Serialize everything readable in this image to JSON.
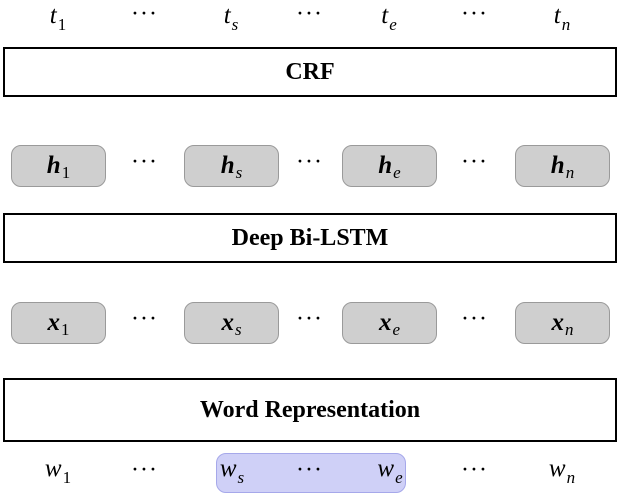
{
  "top_tags": {
    "t1": {
      "base": "t",
      "sub": "1"
    },
    "ts": {
      "base": "t",
      "sub": "s"
    },
    "te": {
      "base": "t",
      "sub": "e"
    },
    "tn": {
      "base": "t",
      "sub": "n"
    }
  },
  "layers": {
    "crf": "CRF",
    "bilstm": "Deep Bi-LSTM",
    "word_rep": "Word Representation"
  },
  "hidden_states": {
    "h1": {
      "base": "h",
      "sub": "1"
    },
    "hs": {
      "base": "h",
      "sub": "s"
    },
    "he": {
      "base": "h",
      "sub": "e"
    },
    "hn": {
      "base": "h",
      "sub": "n"
    }
  },
  "input_vectors": {
    "x1": {
      "base": "x",
      "sub": "1"
    },
    "xs": {
      "base": "x",
      "sub": "s"
    },
    "xe": {
      "base": "x",
      "sub": "e"
    },
    "xn": {
      "base": "x",
      "sub": "n"
    }
  },
  "words": {
    "w1": {
      "base": "w",
      "sub": "1"
    },
    "ws": {
      "base": "w",
      "sub": "s"
    },
    "we": {
      "base": "w",
      "sub": "e"
    },
    "wn": {
      "base": "w",
      "sub": "n"
    }
  },
  "ellipsis": "···",
  "colors": {
    "state_box_fill": "#cfcfcf",
    "state_box_border": "#9a9a9a",
    "span_highlight_fill": "#cfd0f7",
    "span_highlight_border": "#a6a8ea"
  }
}
